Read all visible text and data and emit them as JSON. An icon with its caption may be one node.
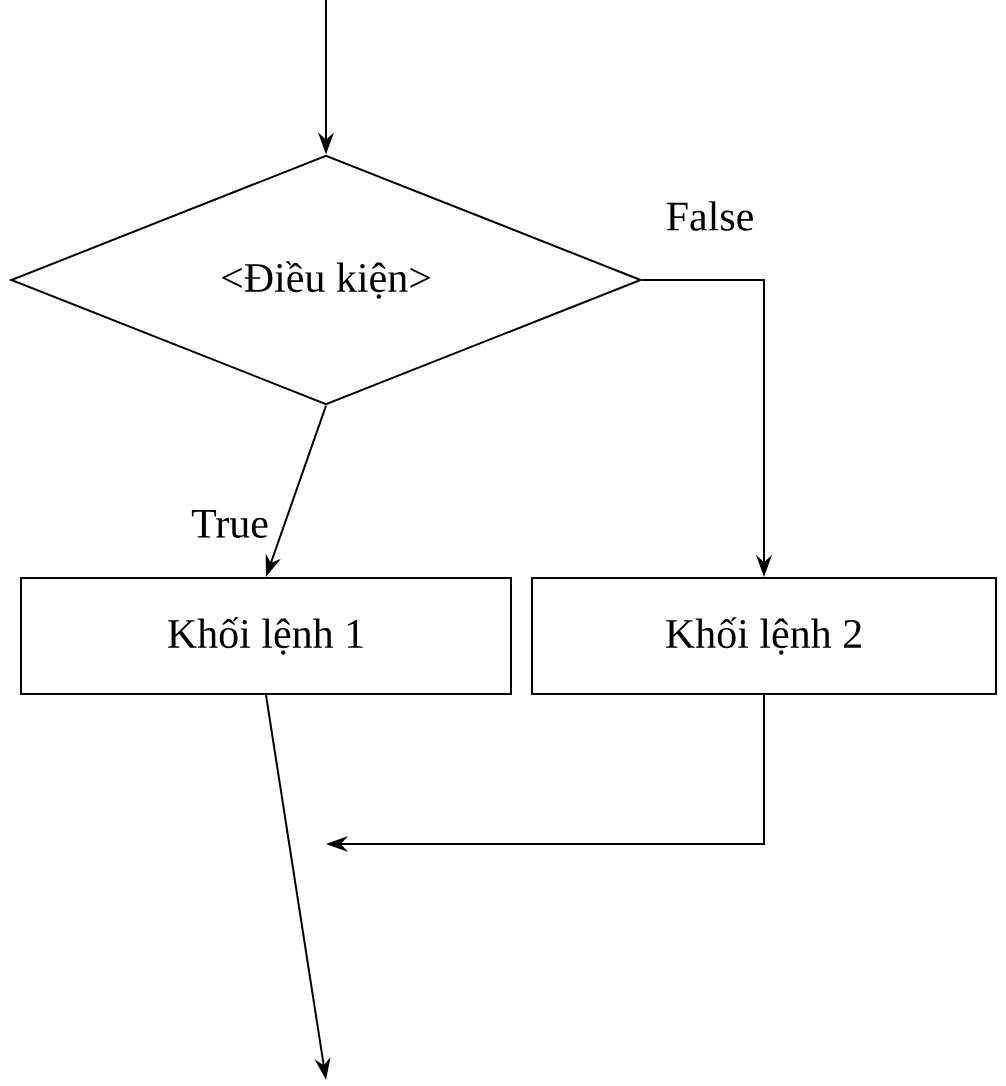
{
  "diagram": {
    "nodes": [
      {
        "text": [
          "<Điều kiện>"
        ]
      },
      {
        "text": [
          "Khối lệnh 1"
        ]
      },
      {
        "text": [
          "Khối lệnh 2"
        ]
      }
    ],
    "edges": [
      {
        "from": null,
        "to": 0,
        "arrow": "to"
      },
      {
        "from": 0,
        "to": 1,
        "arrow": "to",
        "label": "True"
      },
      {
        "from": 0,
        "to": 2,
        "arrow": "to",
        "label": "False"
      },
      {
        "from": 1,
        "to": null,
        "arrow": "to"
      },
      {
        "from": 2,
        "to": null,
        "arrow": "to"
      }
    ]
  }
}
